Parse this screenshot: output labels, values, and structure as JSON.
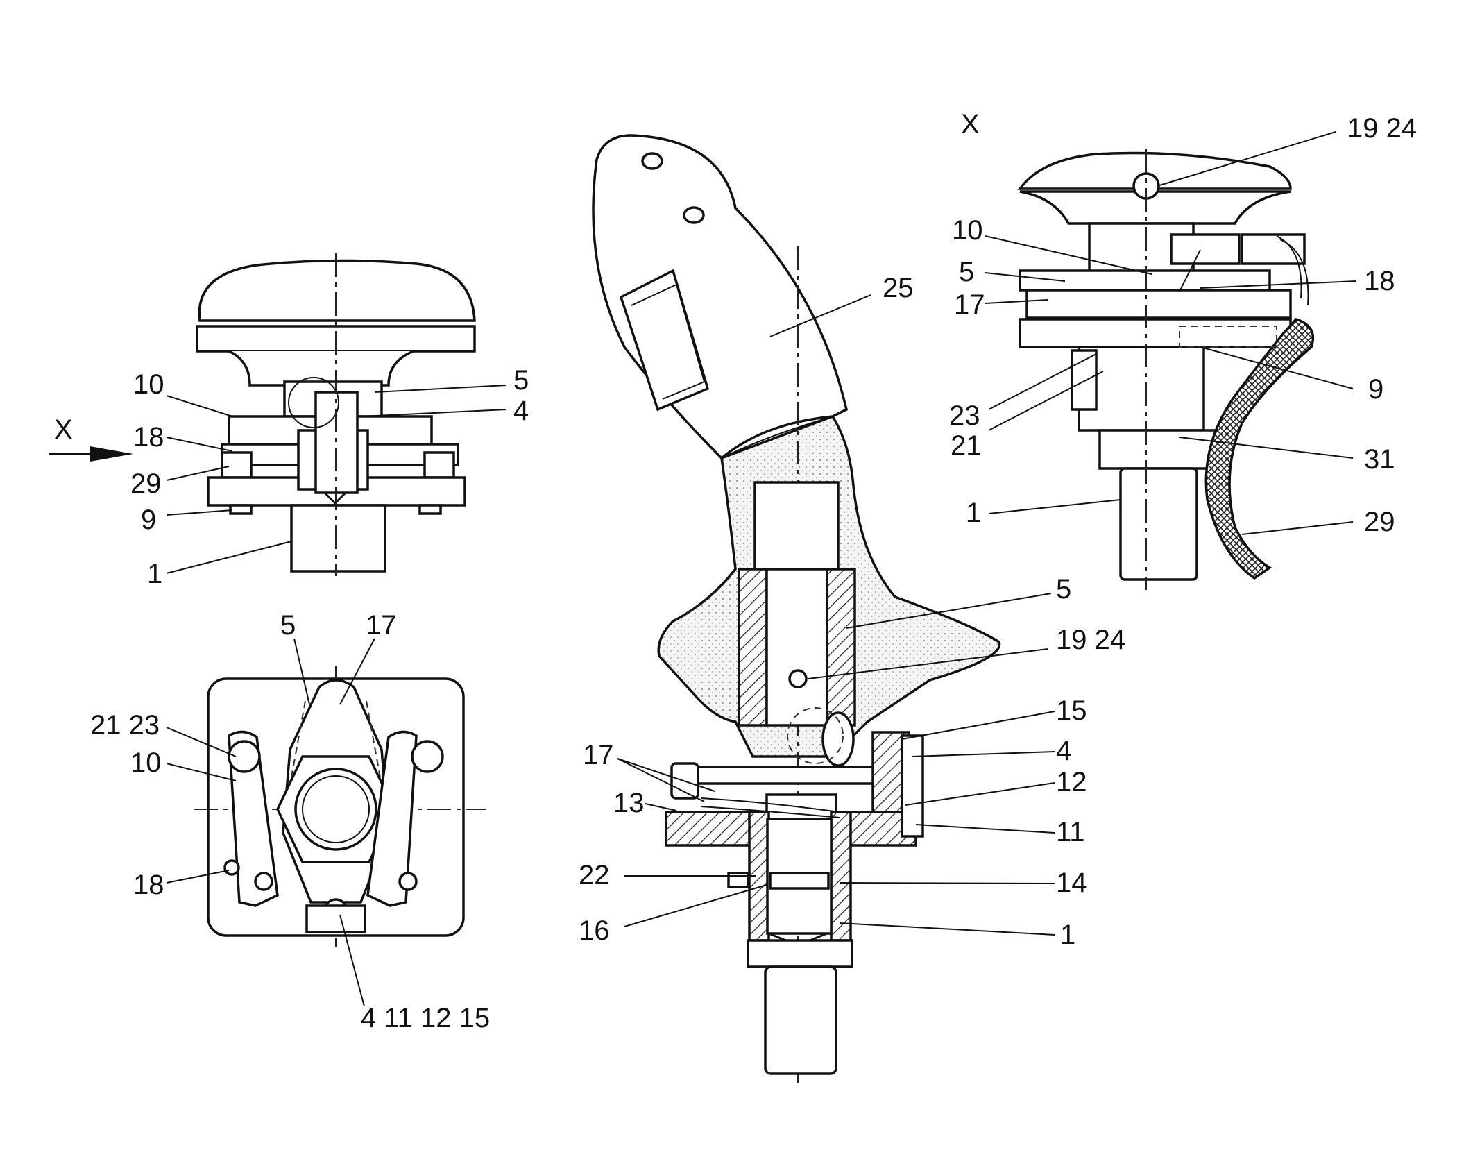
{
  "diagram": {
    "view_marker": "X",
    "arrow_marker": "X",
    "top_left_view": {
      "labels": [
        "10",
        "5",
        "4",
        "18",
        "29",
        "9",
        "1"
      ]
    },
    "bottom_left_view": {
      "labels": [
        "5",
        "17",
        "21 23",
        "10",
        "18",
        "4 11 12 15"
      ]
    },
    "center_view": {
      "labels": [
        "25",
        "5",
        "19 24",
        "15",
        "4",
        "17",
        "12",
        "13",
        "11",
        "22",
        "14",
        "16",
        "1"
      ]
    },
    "right_view": {
      "labels": [
        "19 24",
        "10",
        "5",
        "18",
        "17",
        "9",
        "23",
        "21",
        "31",
        "1",
        "29"
      ]
    }
  }
}
